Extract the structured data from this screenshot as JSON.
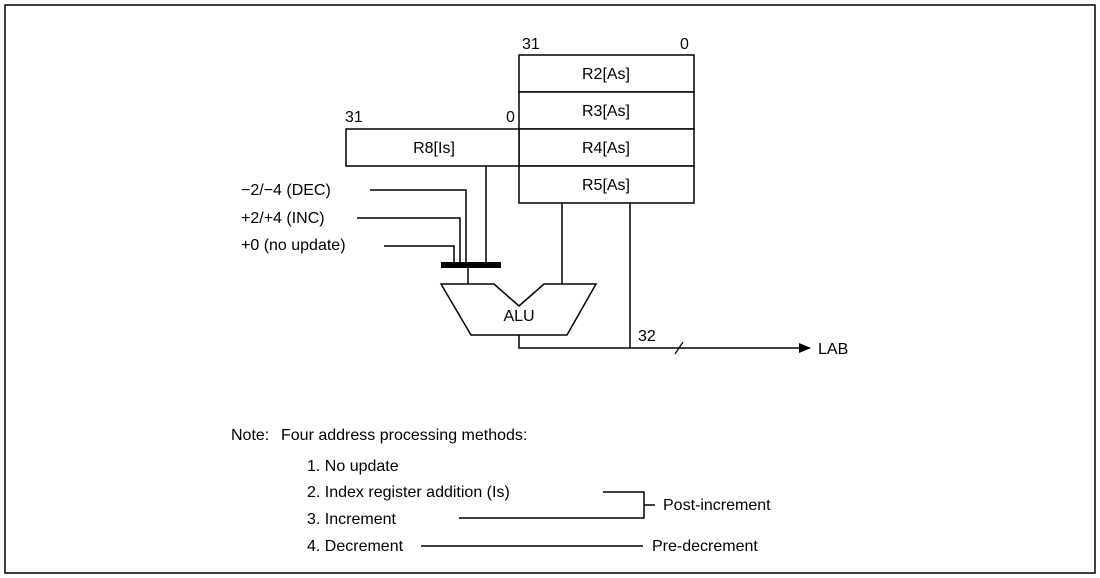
{
  "registers": {
    "as_bit_high": "31",
    "as_bit_low": "0",
    "is_bit_high": "31",
    "is_bit_low": "0",
    "r2": "R2[As]",
    "r3": "R3[As]",
    "r4": "R4[As]",
    "r5": "R5[As]",
    "r8": "R8[Is]"
  },
  "inputs": {
    "dec": "−2/−4 (DEC)",
    "inc": "+2/+4 (INC)",
    "no_update": "+0 (no update)"
  },
  "alu": {
    "label": "ALU"
  },
  "bus": {
    "width": "32",
    "destination": "LAB"
  },
  "note": {
    "prefix": "Note:",
    "heading": "Four address processing methods:",
    "items": [
      "1. No update",
      "2. Index register addition (Is)",
      "3. Increment",
      "4. Decrement"
    ],
    "post_increment": "Post-increment",
    "pre_decrement": "Pre-decrement"
  },
  "colors": {
    "line": "#000000",
    "background": "#ffffff"
  }
}
